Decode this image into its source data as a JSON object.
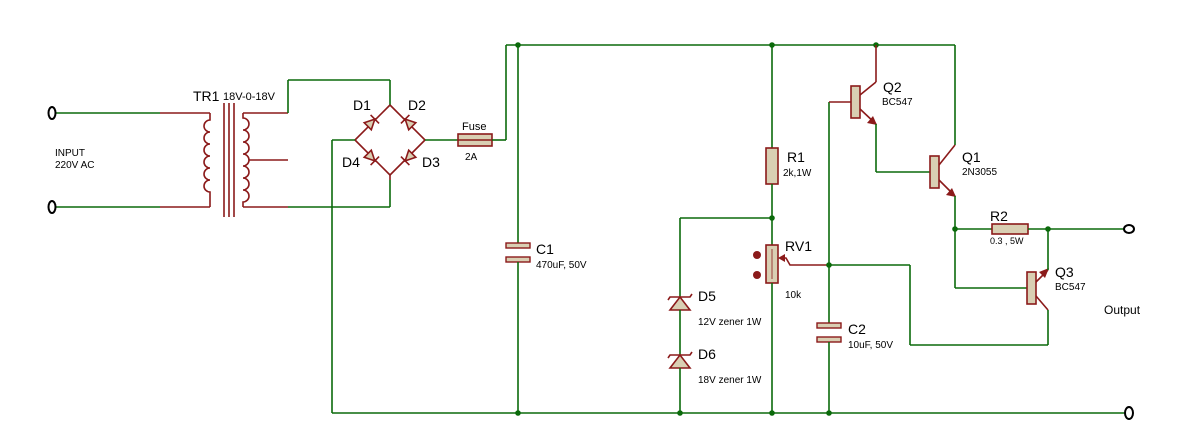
{
  "labels": {
    "input_title": "INPUT",
    "input_voltage": "220V AC",
    "tr1_name": "TR1",
    "tr1_value": "18V-0-18V",
    "d1": "D1",
    "d2": "D2",
    "d3": "D3",
    "d4": "D4",
    "fuse_name": "Fuse",
    "fuse_value": "2A",
    "c1_name": "C1",
    "c1_value": "470uF, 50V",
    "d5_name": "D5",
    "d5_value": "12V zener 1W",
    "d6_name": "D6",
    "d6_value": "18V zener 1W",
    "r1_name": "R1",
    "r1_value": "2k,1W",
    "rv1_name": "RV1",
    "rv1_value": "10k",
    "c2_name": "C2",
    "c2_value": "10uF, 50V",
    "q2_name": "Q2",
    "q2_value": "BC547",
    "q1_name": "Q1",
    "q1_value": "2N3055",
    "r2_name": "R2",
    "r2_value": "0.3 , 5W",
    "q3_name": "Q3",
    "q3_value": "BC547",
    "output": "Output"
  },
  "colors": {
    "wire": "#0b6a0b",
    "component": "#8b1a1a",
    "component_fill": "#d9cfb3"
  }
}
